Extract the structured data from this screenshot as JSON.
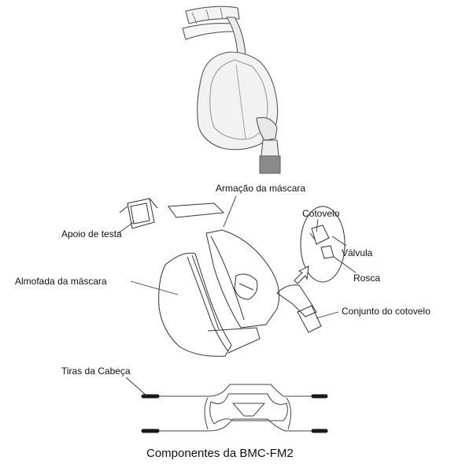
{
  "labels": {
    "frame": "Armação da máscara",
    "forehead": "Apoio de testa",
    "cushion": "Almofada da máscara",
    "elbow": "Cotovelo",
    "valve": "Válvula",
    "thread": "Rosca",
    "elbow_assembly": "Conjunto do cotovelo",
    "headgear": "Tiras da Cabeça"
  },
  "caption": "Componentes da BMC-FM2",
  "colors": {
    "line": "#333333",
    "strap_end": "#1a1a1a",
    "tube": "#8a8a8a"
  }
}
